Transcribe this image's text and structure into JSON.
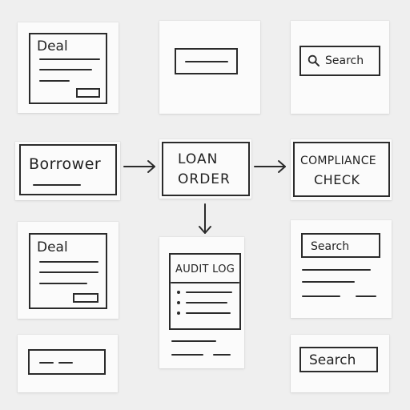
{
  "cards": {
    "deal_top_title": "Deal",
    "search_top_label": "Search",
    "borrower_label": "Borrower",
    "loan_order_line1": "LOAN",
    "loan_order_line2": "ORDER",
    "compliance_line1": "COMPLIANCE",
    "compliance_line2": "CHECK",
    "deal_mid_title": "Deal",
    "audit_log_title": "AUDIT LOG",
    "search_mid_label": "Search",
    "search_bottom_label": "Search"
  },
  "icons": {
    "search": "search-icon",
    "arrow_right": "arrow-right-icon",
    "arrow_down": "arrow-down-icon"
  },
  "colors": {
    "background": "#efefef",
    "note": "#fbfbfb",
    "ink": "#2b2b2b"
  }
}
